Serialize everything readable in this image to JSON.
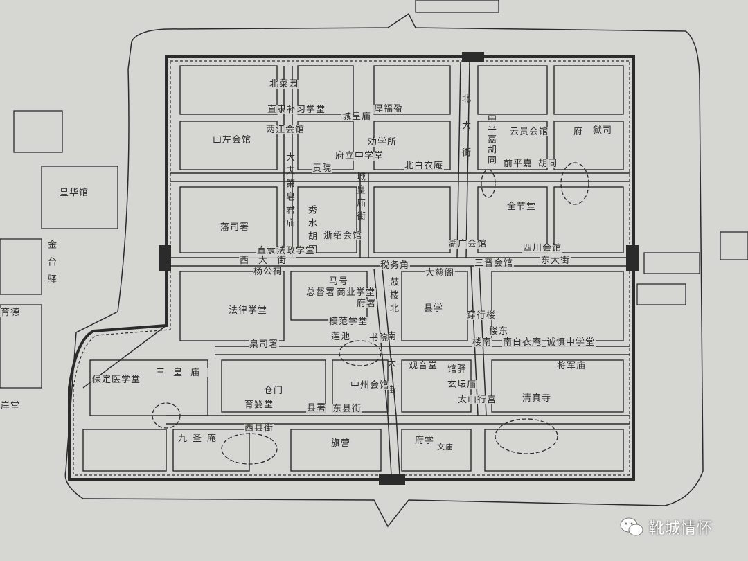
{
  "map": {
    "colors": {
      "paper": "#d6d7d3",
      "ink": "#2b2b2b",
      "water_hatch": "#555555"
    },
    "labels": {
      "beicaiyuan": "北菜园",
      "zhili_buxi": "直隶补习学堂",
      "liangjiang": "两江会馆",
      "shanzuo": "山左会馆",
      "chenghuangmiao": "城皇庙",
      "houfuying": "厚福盈",
      "quanxuesuo": "劝学所",
      "fuli_zhongxue": "府立中学堂",
      "bei_baiyian": "北白衣庵",
      "gongyuan": "贡院",
      "dafudi_street": "大夫第皂君庙",
      "chenghuangmiao_street": "城皇庙街",
      "xiushui": "秀水胡同",
      "fansishu": "藩司署",
      "zhesha": "浙绍会馆",
      "zhili_fazheng": "直隶法政学堂",
      "xidajie": "西大街",
      "yanggongci": "杨公祠",
      "shuiwujiao": "税务角",
      "dacige": "大慈阁",
      "mahao": "马号",
      "zongdushu": "总督署",
      "shangye": "商业学堂",
      "fushu": "府署",
      "gulou_bei": "鼓楼北",
      "xianxue": "县学",
      "falv": "法律学堂",
      "mofan": "模范学堂",
      "lianchi": "莲池",
      "shuyuan": "书院",
      "nandajie": "南大街",
      "niesishu": "臬司署",
      "sanhuangmiao": "三皇庙",
      "yixuetang": "保定医学堂",
      "cangmen": "仓门",
      "yuyingtang": "育婴堂",
      "xianshu": "县署",
      "dongxianjie": "东县街",
      "zhongzhou": "中州会馆",
      "guanyintang": "观音堂",
      "guanyi": "馆驿",
      "xuantanmiao": "玄坛庙",
      "taishan": "太山行宫",
      "qingzhensi": "清真寺",
      "xixianjie": "西县街",
      "jiushengan": "九圣庵",
      "qiying": "旗营",
      "fuxue": "府学",
      "wenmiao": "文庙",
      "chuanxinglou": "穿行楼",
      "loudong": "楼东",
      "lounan": "楼南",
      "nan_baiyian": "南白衣庵",
      "chengshen": "诚慎中学堂",
      "jiangjunmiao": "将军庙",
      "beidajie": "北大街",
      "zhongpingjia": "中平嘉胡同",
      "qianpingjia": "前平嘉",
      "hutong": "胡同",
      "yungui": "云贵会馆",
      "fu": "府",
      "yusi": "狱司",
      "quanjietang": "全节堂",
      "huguang": "湖广会馆",
      "sichuan": "四川会馆",
      "sanjin": "三晋会馆",
      "dongdajie": "东大街",
      "huanghuaguan": "皇华馆",
      "jintaiyi": "金台驿",
      "yude": "育德",
      "antang": "岸堂"
    }
  },
  "watermark": {
    "text": "靴城情怀",
    "icon": "wechat-icon"
  }
}
